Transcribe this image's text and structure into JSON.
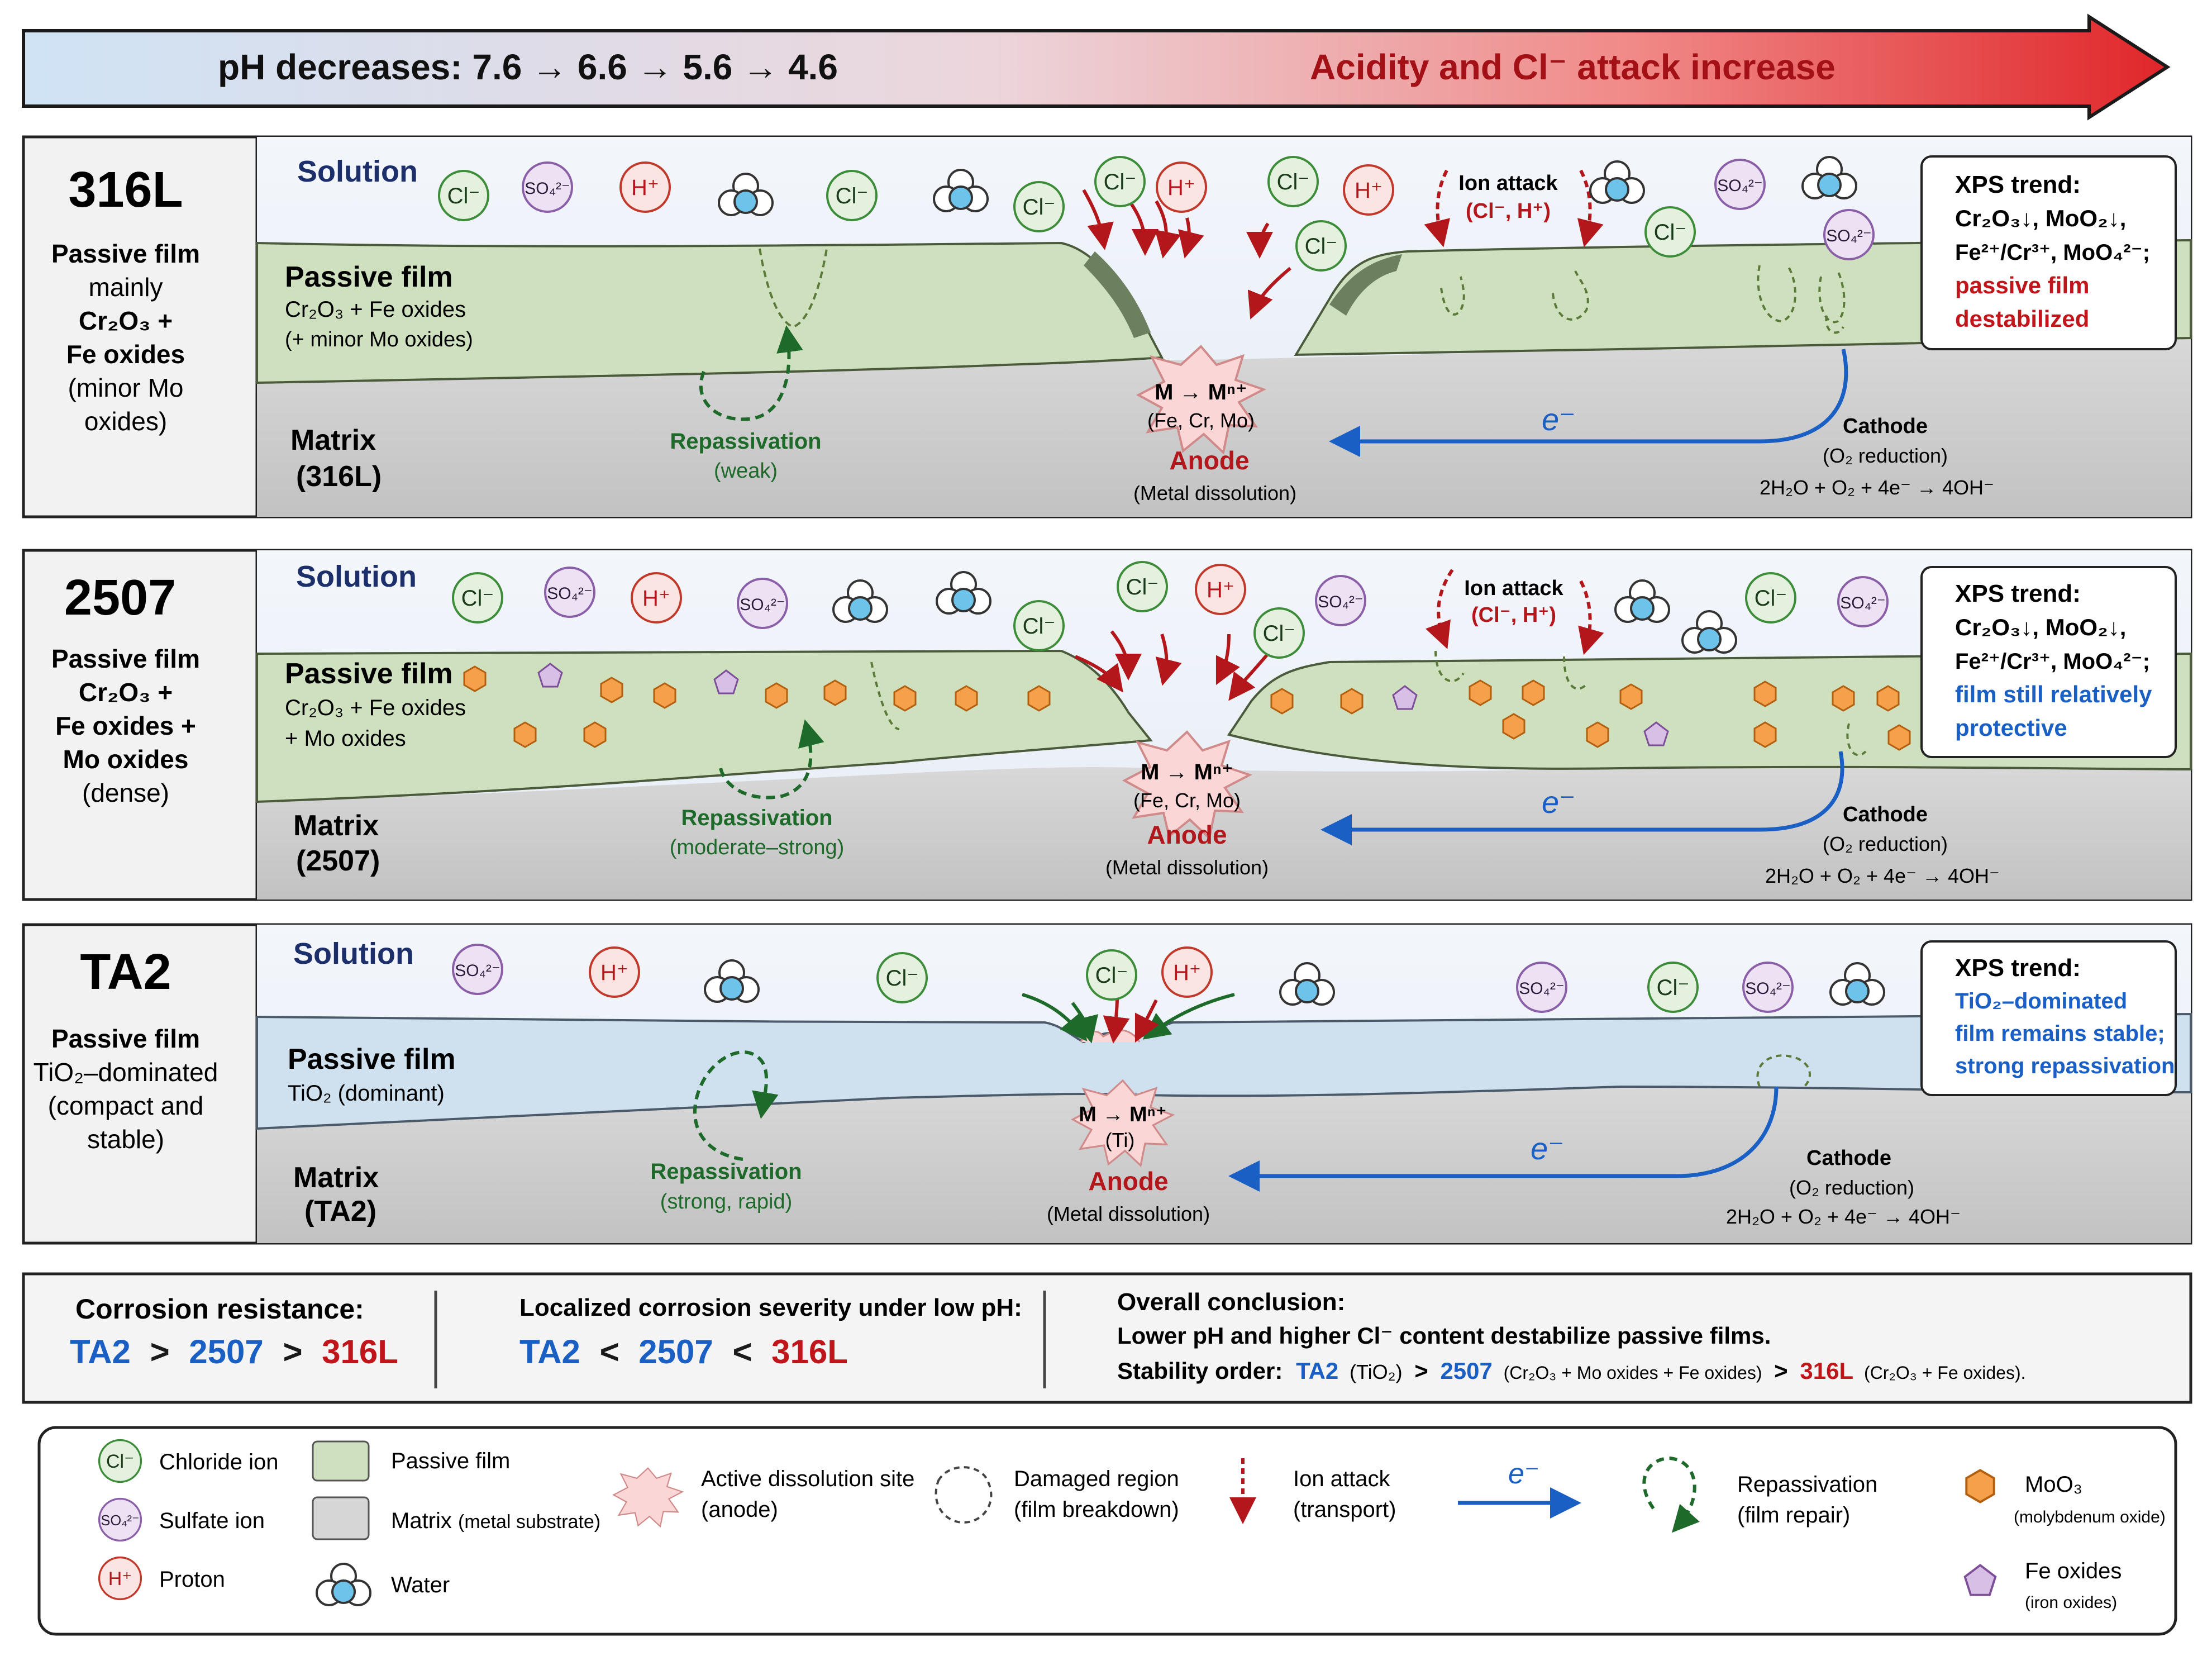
{
  "ph_arrow": {
    "left_text": "pH decreases: 7.6 → 6.6 → 5.6 → 4.6",
    "right_text": "Acidity and Cl⁻ attack increase"
  },
  "panels": [
    {
      "title": "316L",
      "side_lines": [
        "Passive film",
        "mainly",
        "Cr₂O₃ +",
        "Fe oxides",
        "(minor Mo",
        "oxides)"
      ],
      "solution": "Solution",
      "film_title": "Passive film",
      "film_lines": [
        "Cr₂O₃ + Fe oxides",
        "(+ minor Mo oxides)"
      ],
      "matrix_title": "Matrix",
      "matrix_sub": "(316L)",
      "repass_title": "Repassivation",
      "repass_sub": "(weak)",
      "anode_reaction": "M → Mⁿ⁺",
      "anode_metals": "(Fe, Cr, Mo)",
      "anode_title": "Anode",
      "anode_sub": "(Metal dissolution)",
      "cathode_title": "Cathode",
      "cathode_sub": "(O₂ reduction)",
      "cathode_eq": "2H₂O + O₂ + 4e⁻ → 4OH⁻",
      "electron": "e⁻",
      "ion_attack": "Ion attack",
      "ion_attack_sub": "(Cl⁻, H⁺)",
      "xps_title": "XPS trend:",
      "xps_line1": "Cr₂O₃↓, MoO₂↓,",
      "xps_line2": "Fe²⁺/Cr³⁺, MoO₄²⁻;",
      "xps_conc1": "passive film",
      "xps_conc2": "destabilized",
      "xps_conc_color": "#c0161b"
    },
    {
      "title": "2507",
      "side_lines": [
        "Passive film",
        "Cr₂O₃ +",
        "Fe oxides +",
        "Mo oxides",
        "(dense)"
      ],
      "solution": "Solution",
      "film_title": "Passive film",
      "film_lines": [
        "Cr₂O₃ + Fe oxides",
        "+ Mo oxides"
      ],
      "matrix_title": "Matrix",
      "matrix_sub": "(2507)",
      "repass_title": "Repassivation",
      "repass_sub": "(moderate–strong)",
      "anode_reaction": "M → Mⁿ⁺",
      "anode_metals": "(Fe, Cr, Mo)",
      "anode_title": "Anode",
      "anode_sub": "(Metal dissolution)",
      "cathode_title": "Cathode",
      "cathode_sub": "(O₂ reduction)",
      "cathode_eq": "2H₂O + O₂ + 4e⁻ → 4OH⁻",
      "electron": "e⁻",
      "ion_attack": "Ion attack",
      "ion_attack_sub": "(Cl⁻, H⁺)",
      "xps_title": "XPS trend:",
      "xps_line1": "Cr₂O₃↓, MoO₂↓,",
      "xps_line2": "Fe²⁺/Cr³⁺, MoO₄²⁻;",
      "xps_conc1": "film still relatively",
      "xps_conc2": "protective",
      "xps_conc_color": "#1a5fc4"
    },
    {
      "title": "TA2",
      "side_lines": [
        "Passive film",
        "TiO₂–dominated",
        "(compact and",
        "stable)"
      ],
      "solution": "Solution",
      "film_title": "Passive film",
      "film_lines": [
        "TiO₂ (dominant)"
      ],
      "matrix_title": "Matrix",
      "matrix_sub": "(TA2)",
      "repass_title": "Repassivation",
      "repass_sub": "(strong, rapid)",
      "anode_reaction": "M → Mⁿ⁺",
      "anode_metals": "(Ti)",
      "anode_title": "Anode",
      "anode_sub": "(Metal dissolution)",
      "cathode_title": "Cathode",
      "cathode_sub": "(O₂ reduction)",
      "cathode_eq": "2H₂O + O₂ + 4e⁻ → 4OH⁻",
      "electron": "e⁻",
      "xps_title": "XPS trend:",
      "xps_line1": "TiO₂–dominated",
      "xps_line2": "film remains stable;",
      "xps_conc1": "strong repassivation",
      "xps_conc2": "",
      "xps_conc_color": "#1a5fc4"
    }
  ],
  "summary": {
    "resistance_title": "Corrosion resistance:",
    "resistance_items": [
      "TA2",
      ">",
      "2507",
      ">",
      "316L"
    ],
    "severity_title": "Localized corrosion severity under low pH:",
    "severity_items": [
      "TA2",
      "<",
      "2507",
      "<",
      "316L"
    ],
    "conclusion_title": "Overall conclusion:",
    "conclusion_line": "Lower pH and higher Cl⁻ content destabilize passive films.",
    "stability_label": "Stability order:",
    "stability_ta2": "TA2",
    "stability_ta2_note": "(TiO₂)",
    "stability_2507": "2507",
    "stability_2507_note": "(Cr₂O₃ + Mo oxides + Fe oxides)",
    "stability_316": "316L",
    "stability_316_note": "(Cr₂O₃ + Fe oxides).",
    "gt": ">",
    "colors": {
      "ta2": "#1a5fc4",
      "s2507": "#1a5fc4",
      "s316": "#c0161b"
    }
  },
  "ions": {
    "cl": "Cl⁻",
    "so4": "SO₄²⁻",
    "h": "H⁺"
  },
  "legend": {
    "chloride": "Chloride ion",
    "sulfate": "Sulfate ion",
    "proton": "Proton",
    "passive_film": "Passive film",
    "matrix": "Matrix",
    "matrix_note": "(metal substrate)",
    "water": "Water",
    "active_site": "Active dissolution site",
    "active_site_sub": "(anode)",
    "damaged": "Damaged region",
    "damaged_sub": "(film breakdown)",
    "ion_attack": "Ion attack",
    "ion_attack_sub": "(transport)",
    "electron": "e⁻",
    "repass": "Repassivation",
    "repass_sub": "(film repair)",
    "moo3": "MoO₃",
    "moo3_sub": "(molybdenum oxide)",
    "feox": "Fe oxides",
    "feox_sub": "(iron oxides)"
  },
  "icons": [
    "chloride-ion-icon",
    "sulfate-ion-icon",
    "proton-icon",
    "water-molecule-icon",
    "moo3-hexagon-icon",
    "fe-oxide-pentagon-icon",
    "anode-star-icon",
    "damaged-region-icon",
    "ion-attack-arrow-icon",
    "electron-arrow-icon",
    "repassivation-arrow-icon"
  ]
}
